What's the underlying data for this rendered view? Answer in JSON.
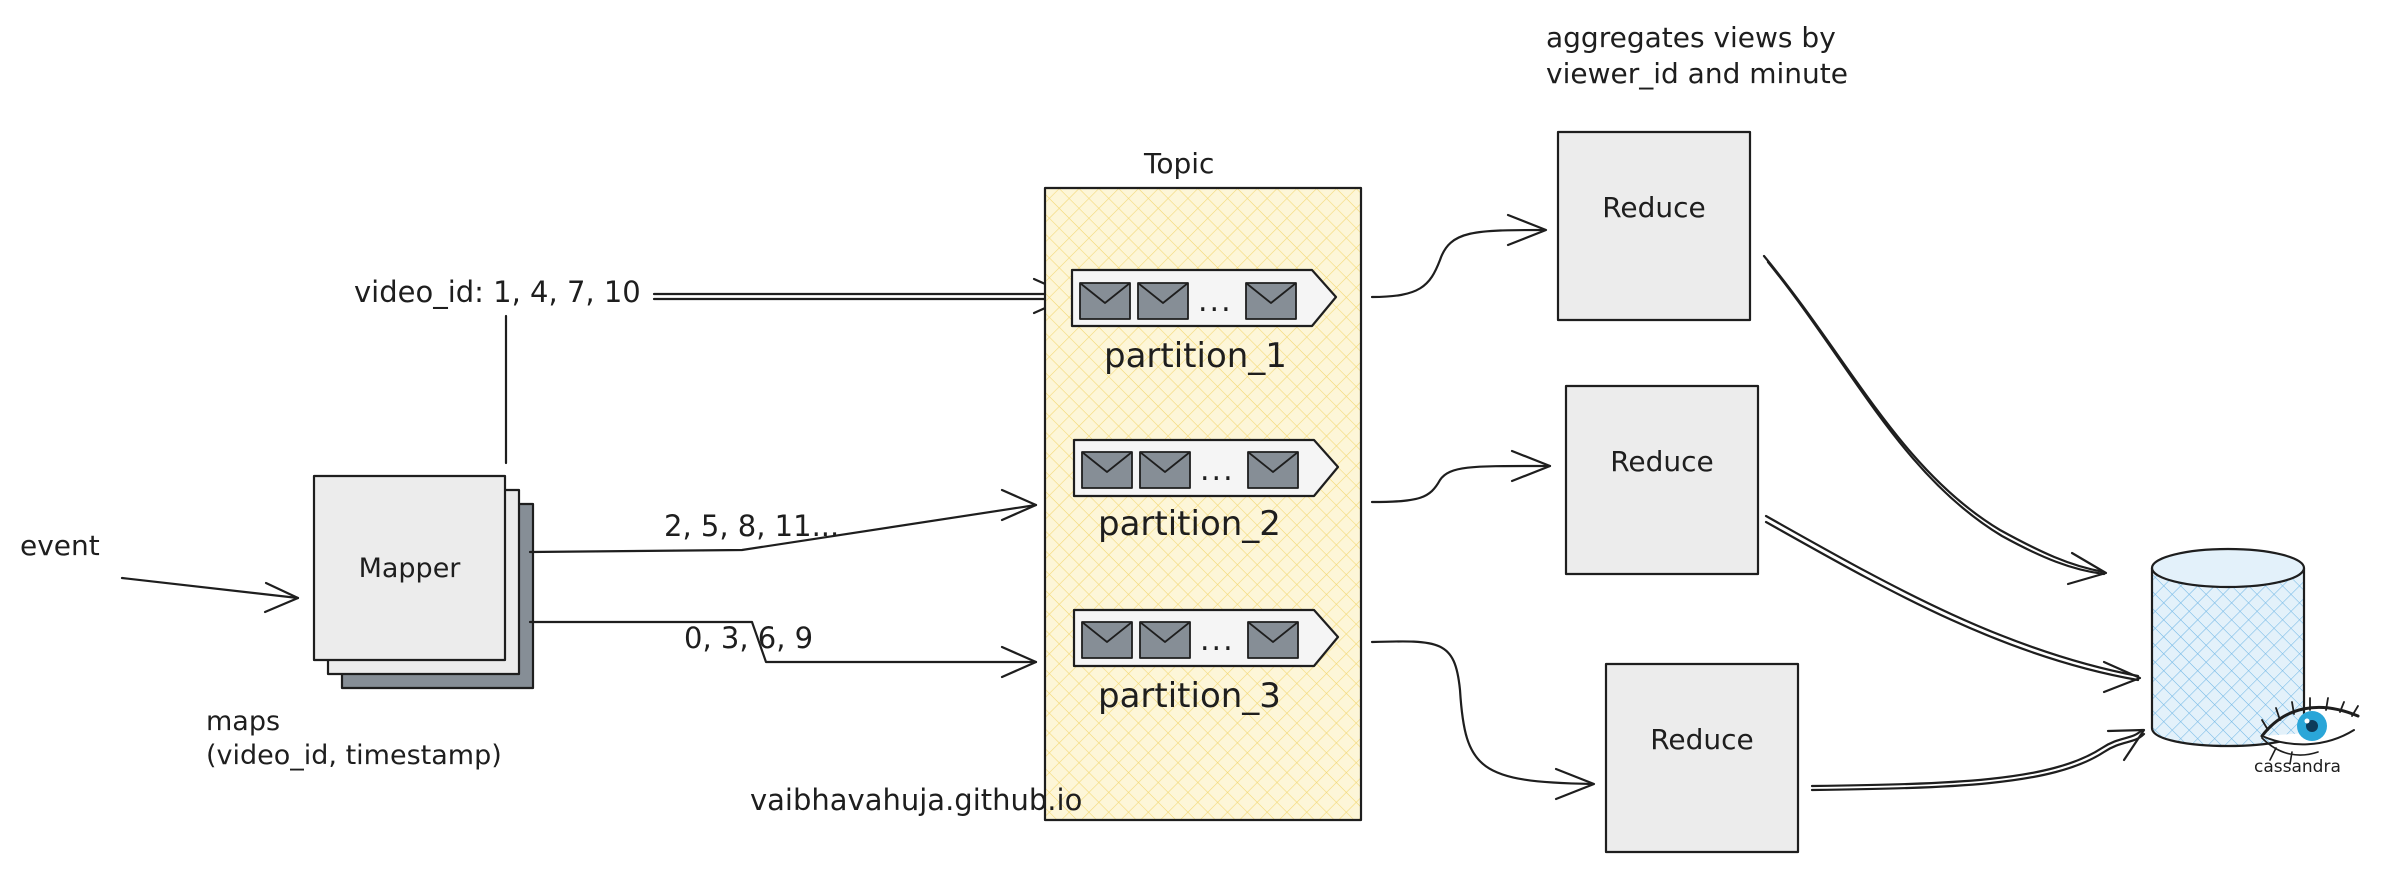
{
  "labels": {
    "event": "event",
    "mapper": "Mapper",
    "maps_line1": "maps",
    "maps_line2": "(video_id, timestamp)",
    "route1": "video_id: 1, 4, 7, 10",
    "route2": "2, 5, 8, 11...",
    "route3": "0, 3, 6, 9",
    "topic": "Topic",
    "reduce_note_line1": "aggregates views by",
    "reduce_note_line2": "viewer_id and minute",
    "watermark": "vaibhavahuja.github.io",
    "cassandra": "cassandra",
    "ellipsis": "..."
  },
  "partitions": [
    {
      "label": "partition_1"
    },
    {
      "label": "partition_2"
    },
    {
      "label": "partition_3"
    }
  ],
  "reducers": [
    {
      "label": "Reduce"
    },
    {
      "label": "Reduce"
    },
    {
      "label": "Reduce"
    }
  ],
  "colors": {
    "stroke": "#1e1e1e",
    "box_fill": "#ececec",
    "topic_fill": "#fdf3c7",
    "envelope": "#868e96",
    "db_fill": "#d6ebf7",
    "db_hatch": "#74b9e6",
    "eye": "#2aa6d8"
  },
  "icons": {
    "message": "envelope-icon",
    "database": "database-cylinder-icon",
    "logo": "cassandra-eye-icon"
  }
}
